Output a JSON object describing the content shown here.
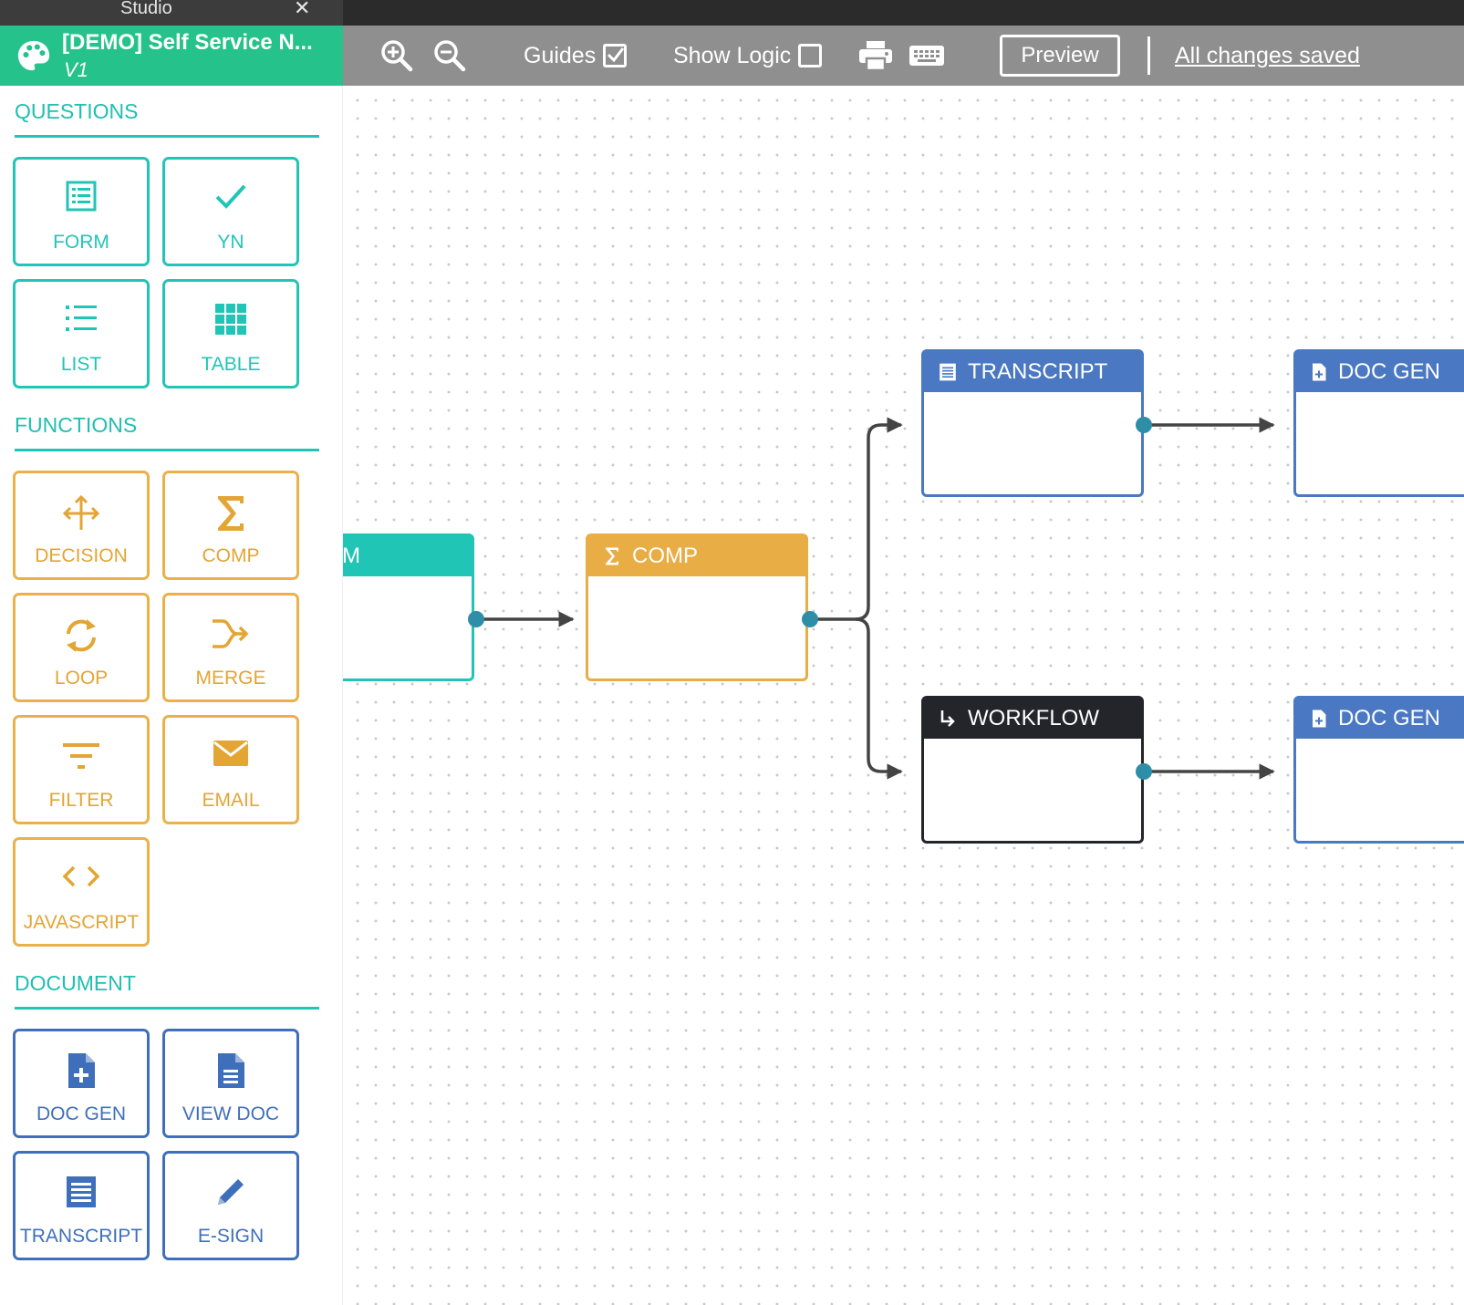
{
  "window": {
    "tab_title": "Studio",
    "close_glyph": "✕"
  },
  "project": {
    "name": "[DEMO] Self Service N...",
    "version": "V1"
  },
  "toolbar": {
    "zoom_in_icon": "zoom-in-icon",
    "zoom_out_icon": "zoom-out-icon",
    "guides_label": "Guides",
    "guides_checked": true,
    "show_logic_label": "Show Logic",
    "show_logic_checked": false,
    "print_icon": "print-icon",
    "keyboard_icon": "keyboard-icon",
    "preview_label": "Preview",
    "status": "All changes saved"
  },
  "sidebar": {
    "questions_title": "QUESTIONS",
    "questions": [
      {
        "label": "FORM",
        "icon": "form-icon"
      },
      {
        "label": "YN",
        "icon": "check-icon"
      },
      {
        "label": "LIST",
        "icon": "list-icon"
      },
      {
        "label": "TABLE",
        "icon": "table-icon"
      }
    ],
    "functions_title": "FUNCTIONS",
    "functions": [
      {
        "label": "DECISION",
        "icon": "decision-icon"
      },
      {
        "label": "COMP",
        "icon": "sigma-icon"
      },
      {
        "label": "LOOP",
        "icon": "loop-icon"
      },
      {
        "label": "MERGE",
        "icon": "merge-icon"
      },
      {
        "label": "FILTER",
        "icon": "filter-icon"
      },
      {
        "label": "EMAIL",
        "icon": "email-icon"
      },
      {
        "label": "JAVASCRIPT",
        "icon": "code-icon"
      }
    ],
    "document_title": "DOCUMENT",
    "document": [
      {
        "label": "DOC GEN",
        "icon": "doc-gen-icon"
      },
      {
        "label": "VIEW DOC",
        "icon": "view-doc-icon"
      },
      {
        "label": "TRANSCRIPT",
        "icon": "transcript-icon"
      },
      {
        "label": "E-SIGN",
        "icon": "pencil-icon"
      }
    ]
  },
  "canvas": {
    "colors": {
      "form": "#21c5b6",
      "comp": "#e8ad45",
      "transcript": "#4a78c2",
      "workflow": "#23252b",
      "docgen": "#4a78c2",
      "port": "#2e8ea8",
      "wire": "#444444"
    },
    "nodes": [
      {
        "id": "form",
        "title": "M"
      },
      {
        "id": "comp",
        "title": "COMP",
        "icon": "sigma-icon"
      },
      {
        "id": "transcript",
        "title": "TRANSCRIPT",
        "icon": "transcript-icon"
      },
      {
        "id": "docgen1",
        "title": "DOC GEN",
        "icon": "doc-gen-icon"
      },
      {
        "id": "workflow",
        "title": "WORKFLOW",
        "icon": "workflow-arrow-icon"
      },
      {
        "id": "docgen2",
        "title": "DOC GEN",
        "icon": "doc-gen-icon"
      }
    ]
  }
}
